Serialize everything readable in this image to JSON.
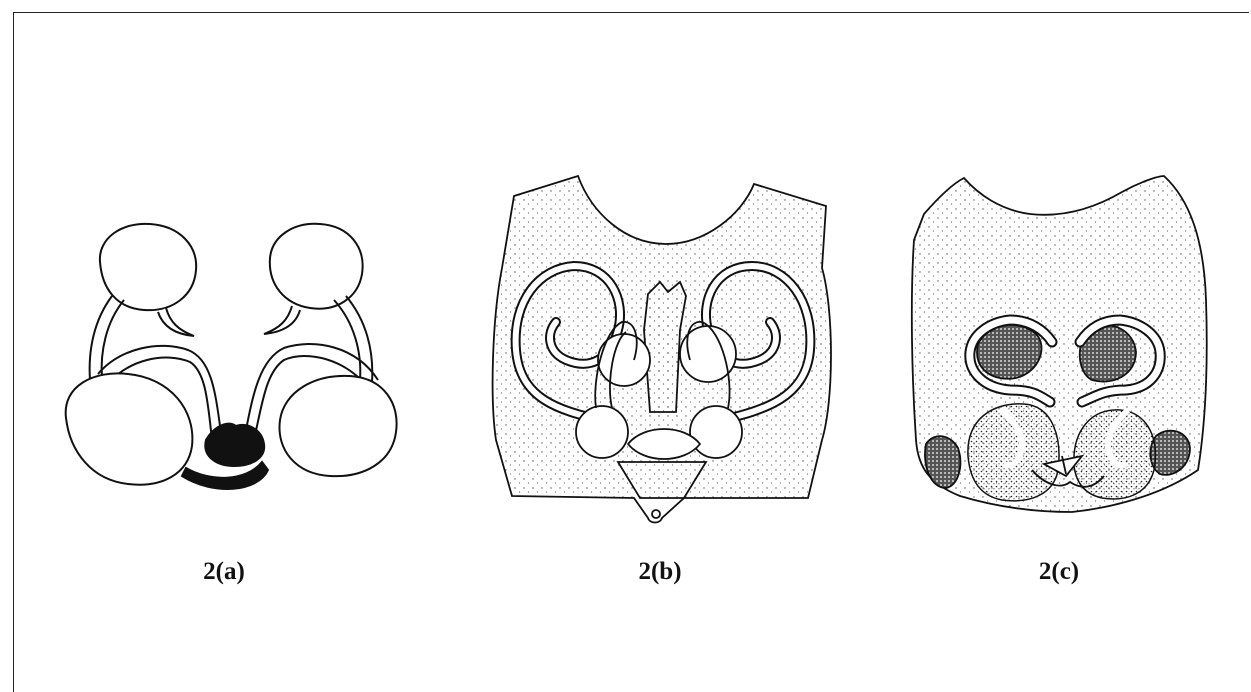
{
  "figures": [
    {
      "id": "a",
      "label": "2(a)"
    },
    {
      "id": "b",
      "label": "2(b)"
    },
    {
      "id": "c",
      "label": "2(c)"
    }
  ]
}
